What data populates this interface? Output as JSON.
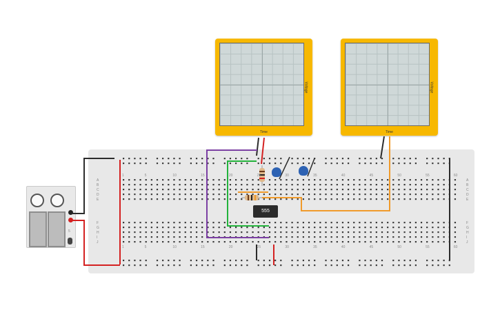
{
  "oscilloscopes": [
    {
      "x_label": "Time",
      "y_label": "Voltage"
    },
    {
      "x_label": "Time",
      "y_label": "Voltage"
    }
  ],
  "breadboard": {
    "top_column_numbers": [
      "1",
      "5",
      "10",
      "15",
      "20",
      "25",
      "30",
      "35",
      "40",
      "45",
      "50",
      "55",
      "60"
    ],
    "bottom_column_numbers": [
      "1",
      "5",
      "10",
      "15",
      "20",
      "25",
      "30",
      "35",
      "40",
      "45",
      "50",
      "55",
      "60"
    ],
    "left_row_letters": [
      "A",
      "B",
      "C",
      "D",
      "E",
      "F",
      "G",
      "H",
      "I",
      "J"
    ],
    "right_row_letters": [
      "A",
      "B",
      "C",
      "D",
      "E",
      "F",
      "G",
      "H",
      "I",
      "J"
    ]
  },
  "ic_chip": {
    "label": "555"
  },
  "power_supply": {
    "mode_marker": "5"
  },
  "colors": {
    "scope_body": "#f7b800",
    "wire_red": "#d42020",
    "wire_black": "#2b2b2b",
    "wire_purple": "#7b3fa3",
    "wire_green": "#22b33b",
    "wire_orange": "#f09a2a",
    "capacitor": "#2d62b3",
    "breadboard": "#e8e8e8"
  }
}
